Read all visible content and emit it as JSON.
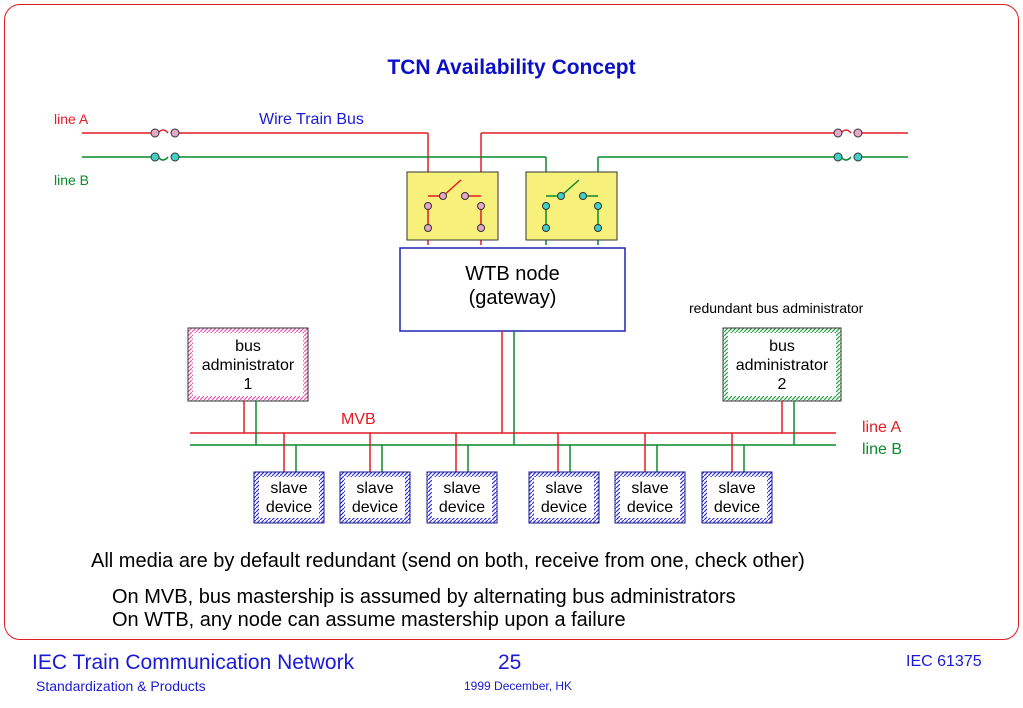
{
  "title": "TCN Availability Concept",
  "wtb": {
    "bus_label": "Wire Train Bus",
    "line_a": "line A",
    "line_b": "line B",
    "node_line1": "WTB node",
    "node_line2": "(gateway)"
  },
  "mvb": {
    "bus_label": "MVB",
    "line_a": "line A",
    "line_b": "line B",
    "redundant_label": "redundant bus administrator",
    "admin1": {
      "line1": "bus",
      "line2": "administrator",
      "line3": "1"
    },
    "admin2": {
      "line1": "bus",
      "line2": "administrator",
      "line3": "2"
    },
    "slaves": [
      {
        "line1": "slave",
        "line2": "device"
      },
      {
        "line1": "slave",
        "line2": "device"
      },
      {
        "line1": "slave",
        "line2": "device"
      },
      {
        "line1": "slave",
        "line2": "device"
      },
      {
        "line1": "slave",
        "line2": "device"
      },
      {
        "line1": "slave",
        "line2": "device"
      }
    ]
  },
  "text": {
    "main": "All media are by default redundant (send on both, receive from one, check other)",
    "sub1": "On MVB, bus mastership is assumed by alternating bus administrators",
    "sub2": "On WTB, any node can assume mastership upon a failure"
  },
  "footer": {
    "left_title": "IEC Train Communication Network",
    "left_sub": "Standardization & Products",
    "page": "25",
    "date": "1999 December, HK",
    "right": "IEC 61375"
  },
  "colors": {
    "line_a": "#e31b23",
    "line_b": "#0a8a2a",
    "accent": "#1a1ad6",
    "title": "#0b10c8",
    "switch_box": "#f7f07a"
  }
}
